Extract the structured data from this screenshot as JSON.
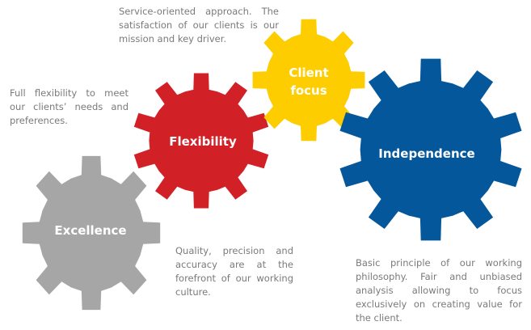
{
  "gears": [
    {
      "id": "excellence",
      "label": "Excellence",
      "color": "#a6a6a6",
      "teeth": 8
    },
    {
      "id": "flexibility",
      "label": "Flexibility",
      "color": "#d22027",
      "teeth": 10
    },
    {
      "id": "client-focus",
      "label": "Client focus",
      "label_lines": [
        "Client",
        "focus"
      ],
      "color": "#fdcd00",
      "teeth": 8
    },
    {
      "id": "independence",
      "label": "Independence",
      "color": "#04579b",
      "teeth": 10
    }
  ],
  "descriptions": {
    "client_focus": "Service-oriented approach. The satisfaction of our clients is our mission and key driver.",
    "flexibility": "Full flexibility to meet our clients’ needs and preferences.",
    "excellence": "Quality, precision and accuracy are at the forefront of our working culture.",
    "independence": "Basic principle of our working philosophy. Fair and unbiased analysis allowing to focus exclusively on creating value for the client."
  }
}
